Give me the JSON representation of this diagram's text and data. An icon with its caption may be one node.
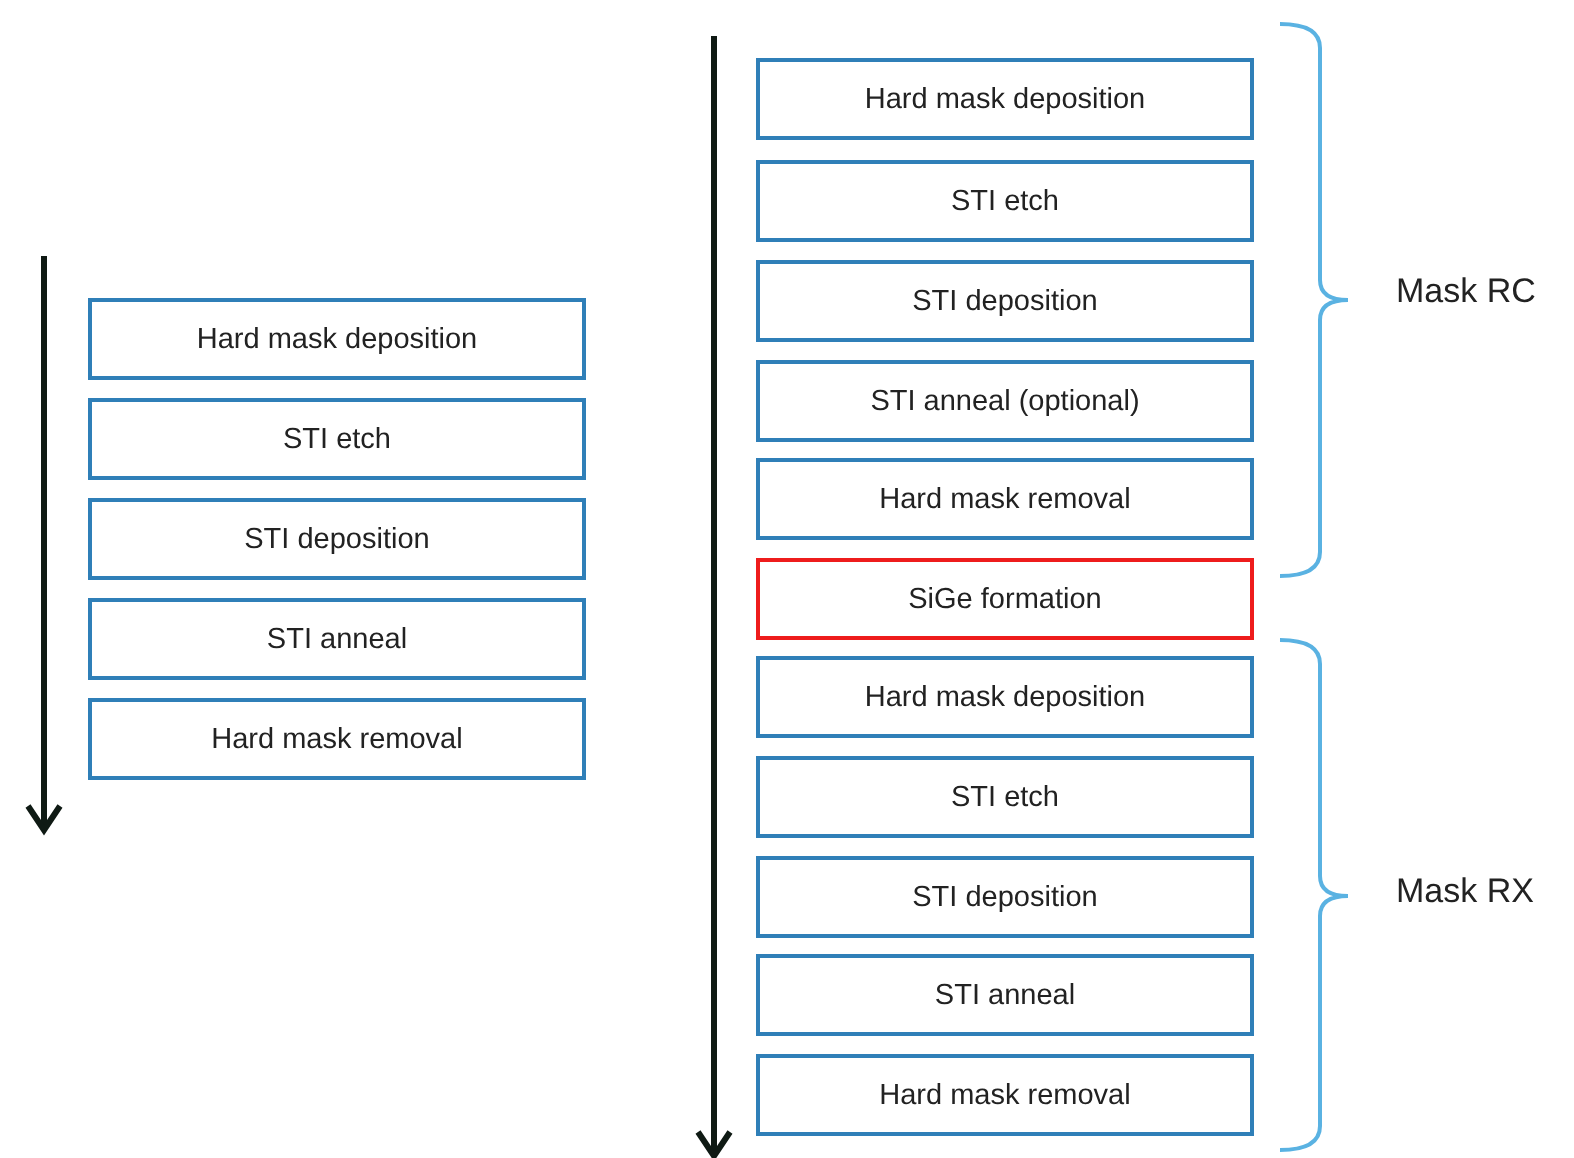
{
  "diagram": {
    "nodes": [
      {
        "text": [
          "Hard mask deposition"
        ]
      },
      {
        "text": [
          "STI etch"
        ]
      },
      {
        "text": [
          "STI deposition"
        ]
      },
      {
        "text": [
          "STI anneal"
        ]
      },
      {
        "text": [
          "Hard mask removal"
        ]
      },
      {
        "text": [
          "Hard mask deposition"
        ]
      },
      {
        "text": [
          "STI etch"
        ]
      },
      {
        "text": [
          "STI deposition"
        ]
      },
      {
        "text": [
          "STI anneal (optional)"
        ]
      },
      {
        "text": [
          "Hard mask removal"
        ]
      },
      {
        "text": [
          "SiGe formation"
        ]
      },
      {
        "text": [
          "Hard mask deposition"
        ]
      },
      {
        "text": [
          "STI etch"
        ]
      },
      {
        "text": [
          "STI deposition"
        ]
      },
      {
        "text": [
          "STI anneal"
        ]
      },
      {
        "text": [
          "Hard mask removal"
        ]
      }
    ],
    "labels": [
      "Mask RC",
      "Mask RX"
    ]
  }
}
